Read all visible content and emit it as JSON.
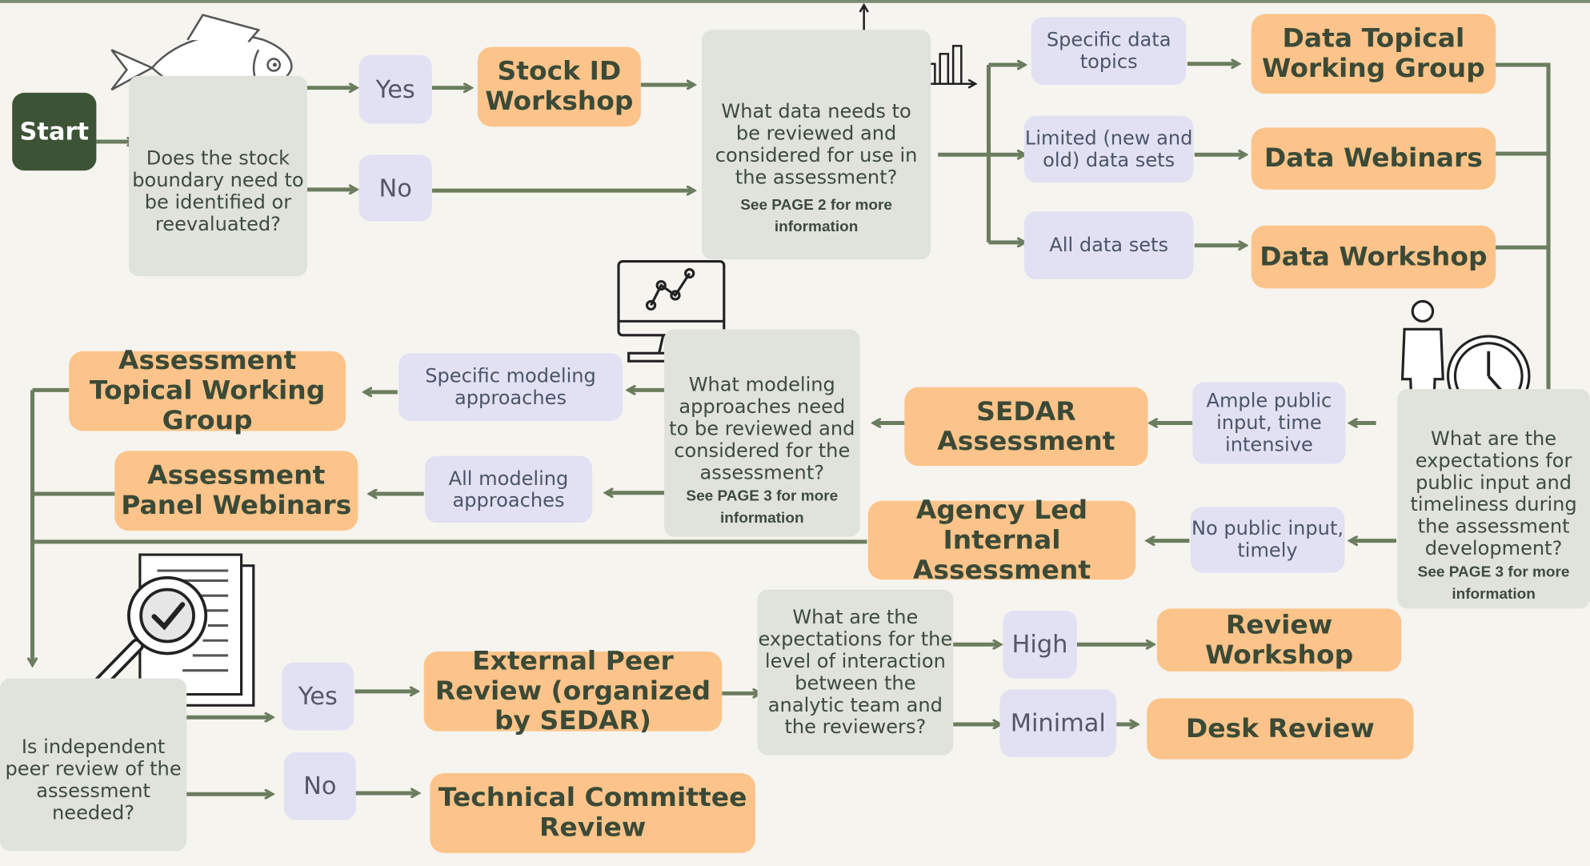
{
  "colors": {
    "question": "#dfe3dc",
    "option": "#e2e1f3",
    "activity": "#fcc48a",
    "start": "#3c5435",
    "arrow": "#6b7d5e",
    "background": "#f6f4ef"
  },
  "start": "Start",
  "stock": {
    "question": "Does the stock boundary need to be identified or reevaluated?",
    "yes": "Yes",
    "no": "No",
    "workshop": "Stock ID Workshop"
  },
  "data": {
    "question": "What data needs to be reviewed and considered for use in the assessment?",
    "note": "See PAGE 2 for more information",
    "options": [
      "Specific data topics",
      "Limited (new and old) data sets",
      "All data sets"
    ],
    "outcomes": [
      "Data Topical Working Group",
      "Data Webinars",
      "Data Workshop"
    ]
  },
  "expectations": {
    "question": "What are the expectations for public input and timeliness during the assessment development?",
    "note": "See PAGE 3 for more information",
    "options": [
      "Ample public input, time intensive",
      "No public input, timely"
    ],
    "outcomes": [
      "SEDAR Assessment",
      "Agency Led Internal Assessment"
    ]
  },
  "modeling": {
    "question": "What modeling approaches need to be reviewed and considered for the assessment?",
    "note": "See PAGE 3 for more information",
    "options": [
      "Specific modeling approaches",
      "All modeling approaches"
    ],
    "outcomes": [
      "Assessment Topical Working Group",
      "Assessment Panel Webinars"
    ]
  },
  "peer": {
    "question": "Is independent peer review of the assessment needed?",
    "yes": "Yes",
    "no": "No",
    "external": "External Peer Review (organized by SEDAR)",
    "technical": "Technical Committee Review"
  },
  "interaction": {
    "question": "What are the expectations for the level of interaction between the analytic team and the reviewers?",
    "high": "High",
    "minimal": "Minimal",
    "review_workshop": "Review Workshop",
    "desk_review": "Desk Review"
  },
  "icons": [
    "fish-icon",
    "bar-chart-icon",
    "monitor-chart-icon",
    "person-clock-icon",
    "document-magnifier-icon"
  ]
}
